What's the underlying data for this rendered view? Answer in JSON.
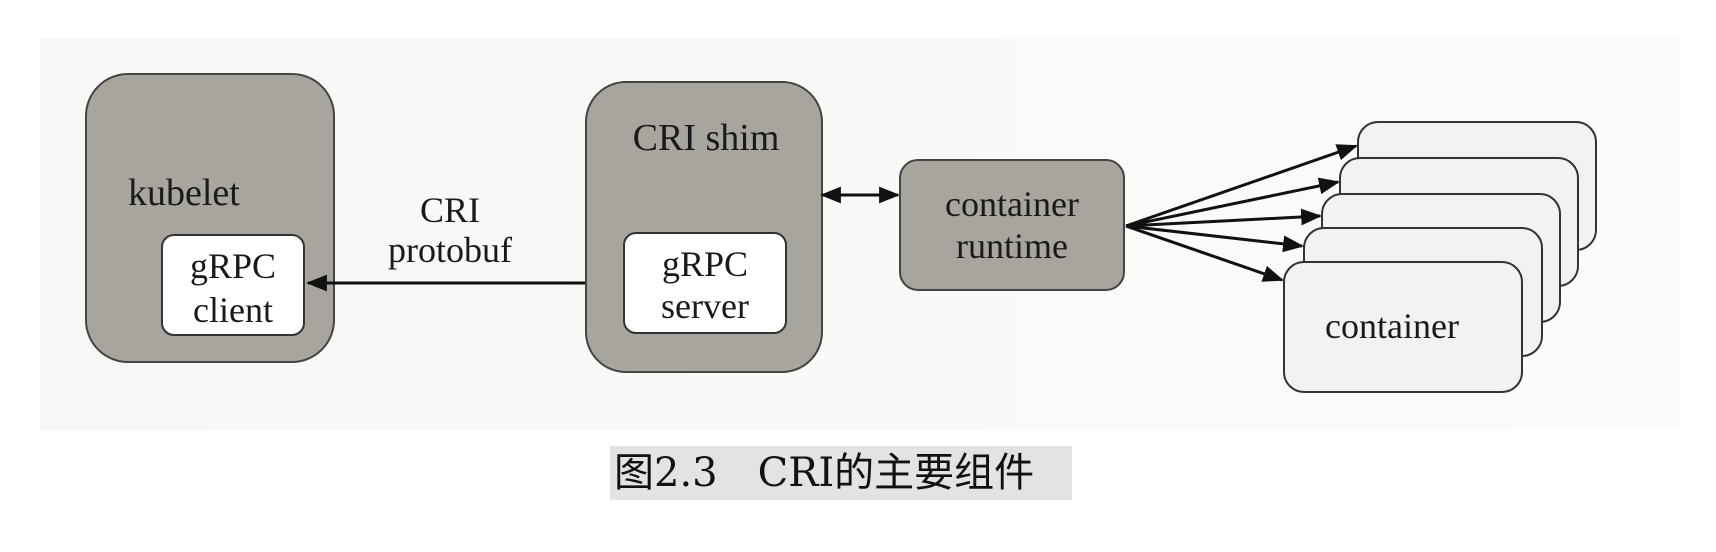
{
  "kubelet": {
    "label": "kubelet",
    "client_line1": "gRPC",
    "client_line2": "client"
  },
  "connector": {
    "line1": "CRI",
    "line2": "protobuf"
  },
  "shim": {
    "label": "CRI shim",
    "server_line1": "gRPC",
    "server_line2": "server"
  },
  "runtime": {
    "line1": "container",
    "line2": "runtime"
  },
  "container": {
    "label": "container"
  },
  "caption": "图2.3　CRI的主要组件",
  "colors": {
    "box_fill": "#a8a59f",
    "inner_fill": "#ffffff",
    "container_fill": "#f2f2f0",
    "stroke": "#222222",
    "caption_bg": "#e3e3e1"
  }
}
